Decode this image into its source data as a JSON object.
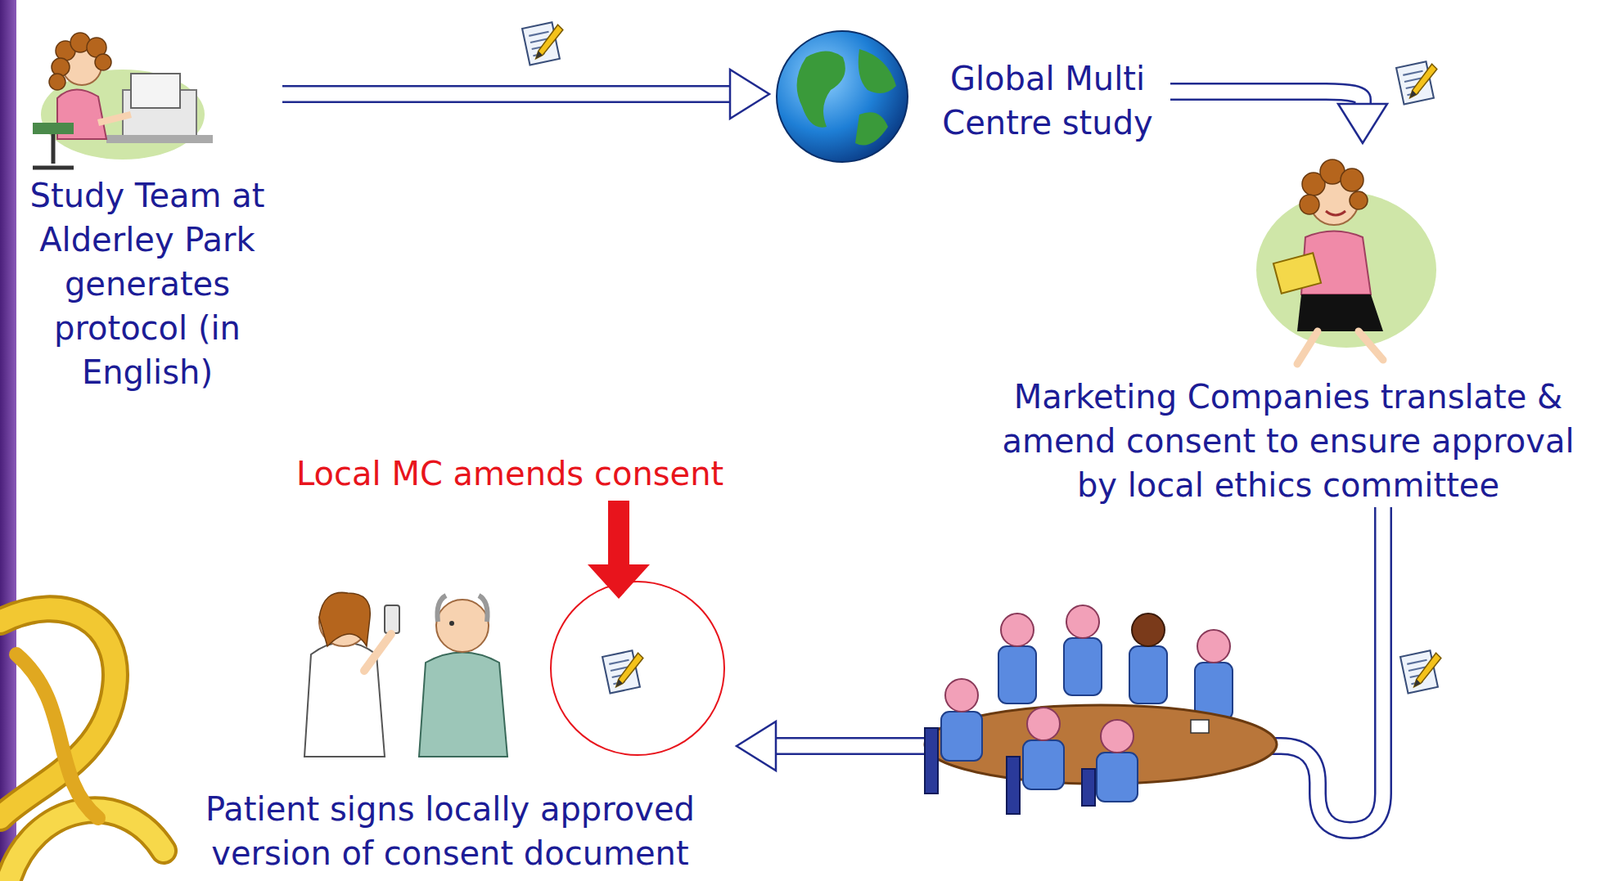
{
  "diagram": {
    "nodes": [
      {
        "text": [
          "Study Team at Alderley Park generates protocol (in English)"
        ]
      },
      {
        "text": [
          "Global Multi Centre study"
        ]
      },
      {
        "text": [
          "Marketing Companies translate & amend consent to ensure approval by local ethics committee"
        ]
      },
      {
        "text": [
          "Patient signs locally approved version of consent document"
        ]
      }
    ],
    "edges": [
      {
        "from": 0,
        "to": 1,
        "arrow": "to"
      },
      {
        "from": 1,
        "to": 2,
        "arrow": "to"
      },
      {
        "from": 2,
        "to": 3,
        "arrow": "to"
      }
    ],
    "labels": [
      "Local MC amends consent"
    ]
  }
}
